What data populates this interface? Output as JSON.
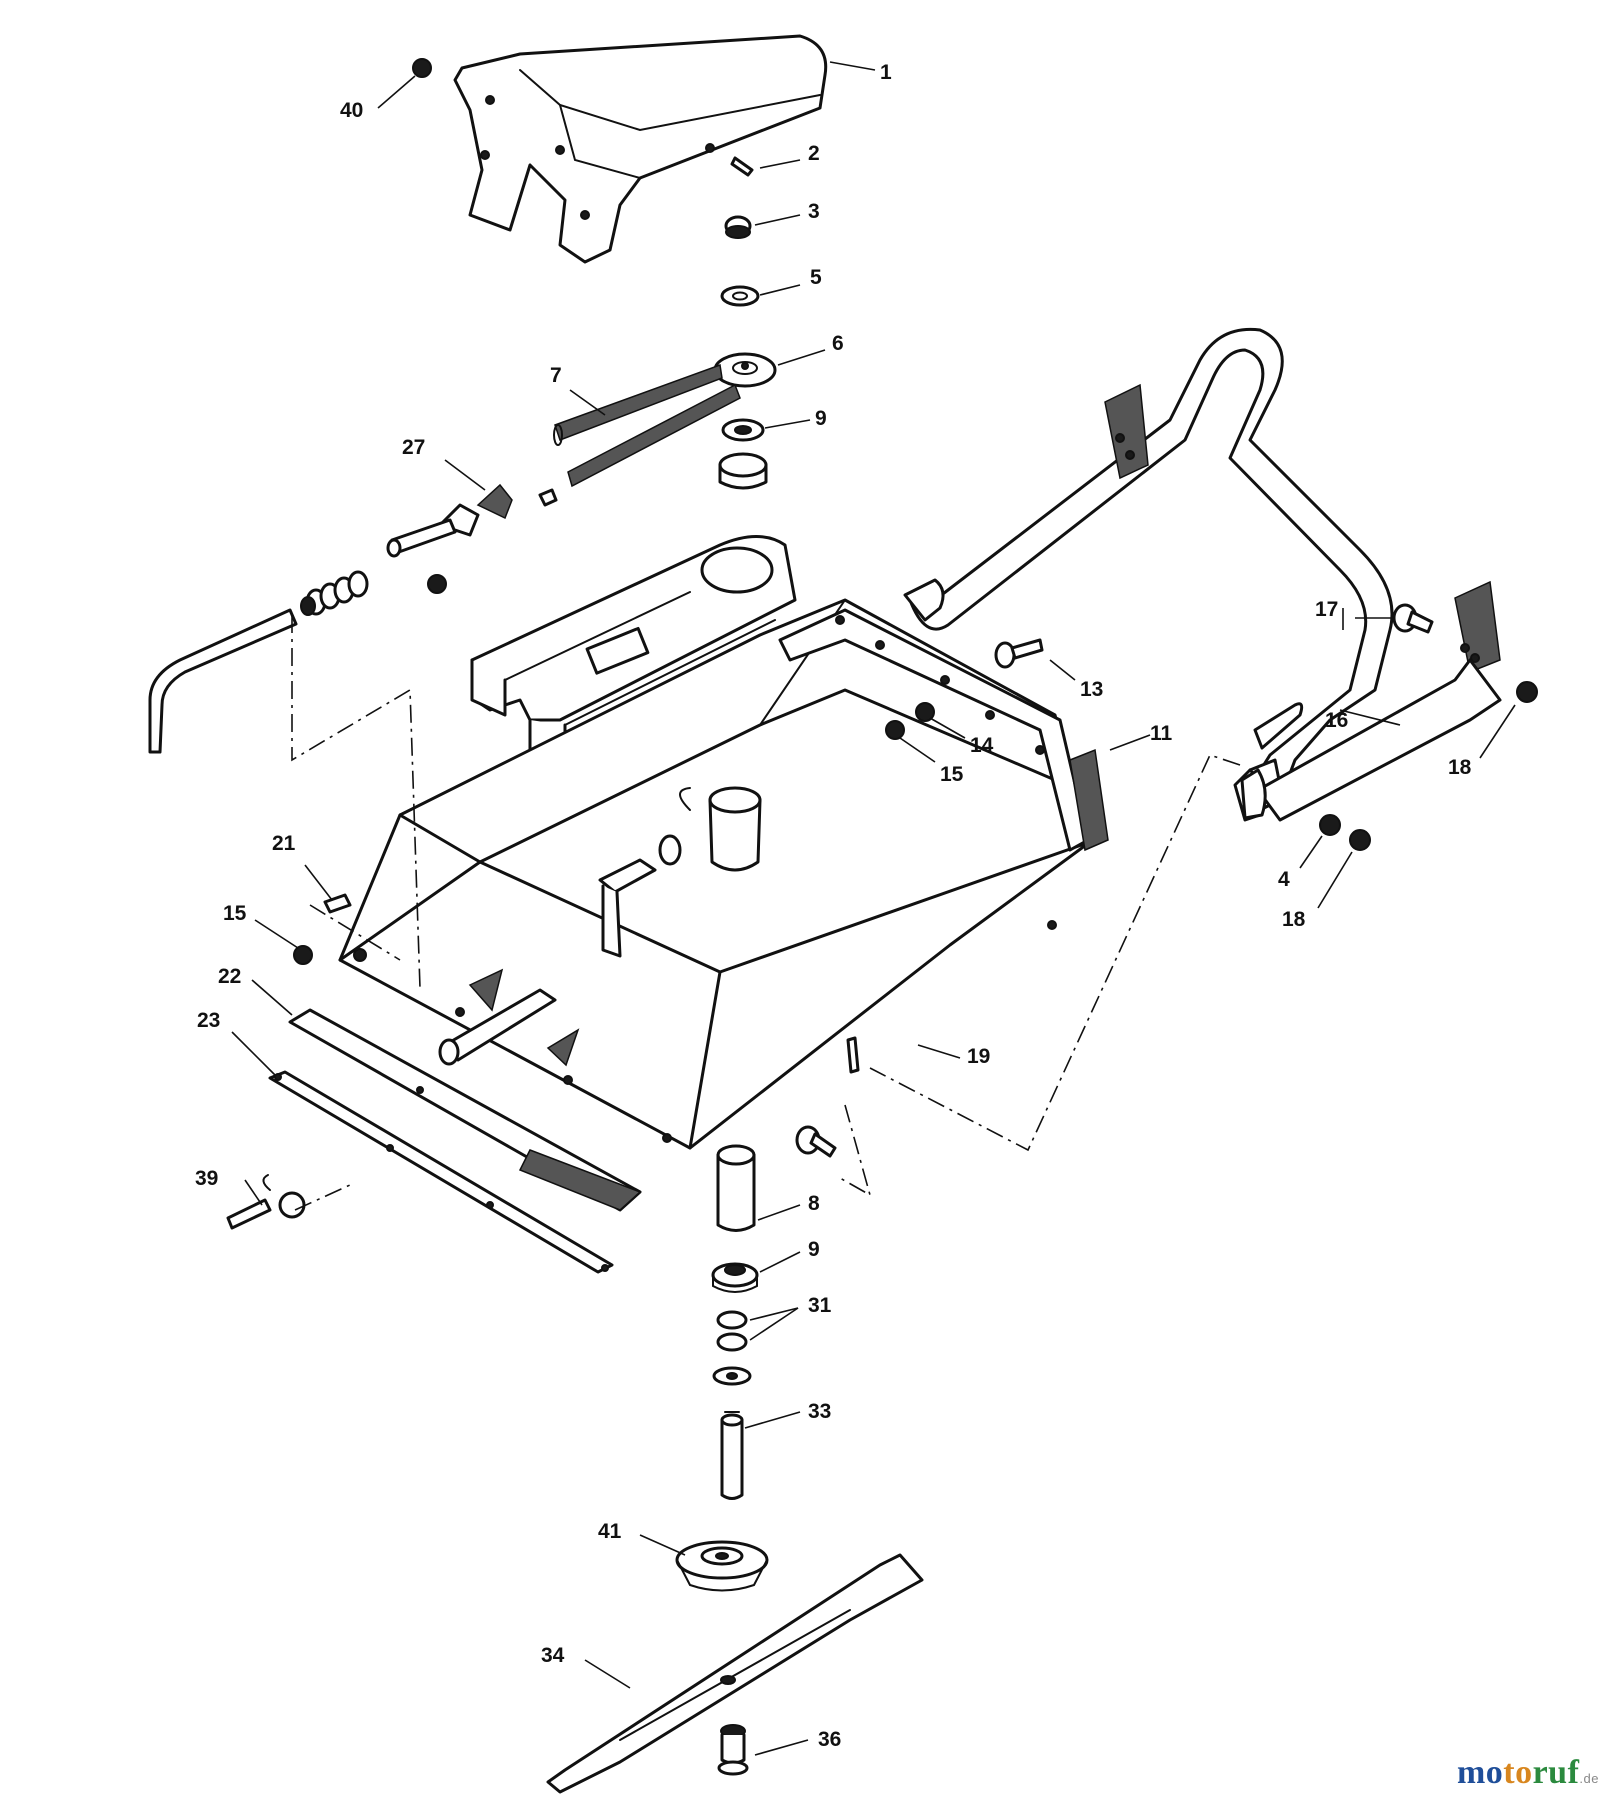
{
  "diagram": {
    "callouts": [
      "1",
      "2",
      "3",
      "5",
      "6",
      "7",
      "9",
      "27",
      "40",
      "17",
      "13",
      "11",
      "14",
      "15",
      "16",
      "18",
      "4",
      "18",
      "21",
      "15",
      "22",
      "23",
      "19",
      "8",
      "9",
      "31",
      "33",
      "39",
      "41",
      "34",
      "36"
    ]
  },
  "brand": {
    "mo": "mo",
    "to": "to",
    "ruf": "ruf",
    "tld": ".de",
    "colors": {
      "mo": "#1f4e99",
      "to": "#d8861e",
      "ruf": "#2b8a3e"
    }
  }
}
